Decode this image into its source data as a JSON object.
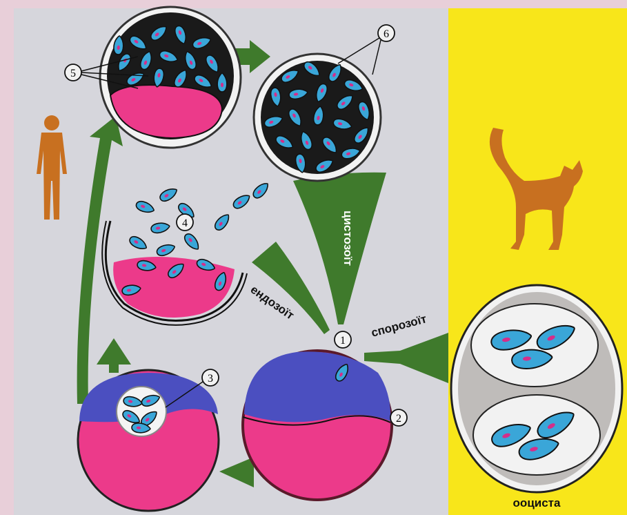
{
  "labels": {
    "cystozoite": "цистозоїт",
    "endozoite": "ендозоїт",
    "sporozoite": "спорозоїт",
    "oocyst": "ооциста"
  },
  "markers": {
    "m1": "1",
    "m2": "2",
    "m3": "3",
    "m4": "4",
    "m5": "5",
    "m6": "6"
  },
  "colors": {
    "page_background": "#e8cfd9",
    "panel_grey": "#d6d6dc",
    "panel_yellow": "#f8e61a",
    "arrow_green": "#3f7a2c",
    "parasite_blue": "#3aa6d8",
    "nucleus_magenta": "#d42e8a",
    "cytoplasm_pink": "#ec3a8a",
    "nucleus_blue": "#4b4fc0",
    "host_brown": "#c87020"
  },
  "icons": {
    "human": "human-silhouette-icon",
    "cat": "cat-silhouette-icon"
  }
}
